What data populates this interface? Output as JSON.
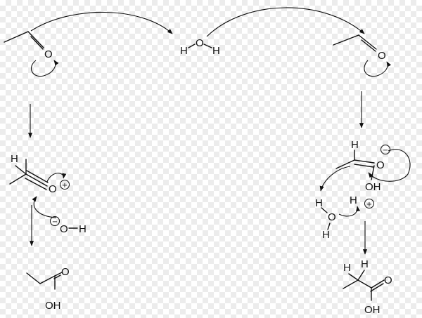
{
  "molecules": {
    "ketene_left": {
      "oxygen": "O"
    },
    "water": {
      "h1": "H",
      "o": "O",
      "h2": "H"
    },
    "ketene_right": {
      "oxygen": "O"
    },
    "acylium": {
      "hydrogen": "H",
      "oxygen": "O",
      "charge": "+"
    },
    "hydroxide": {
      "charge": "−",
      "oxygen": "O",
      "hydrogen": "H"
    },
    "propanoic_acid_left": {
      "oxygen": "O",
      "hydroxyl": "OH"
    },
    "enolate": {
      "hydrogen": "H",
      "oxygen": "O",
      "charge": "−",
      "hydroxyl": "OH"
    },
    "water_right": {
      "h1": "H",
      "o": "O",
      "h2": "H"
    },
    "proton": {
      "hydrogen": "H",
      "charge": "+"
    },
    "propanoic_acid_right": {
      "h1": "H",
      "h2": "H",
      "oxygen": "O",
      "hydroxyl": "OH"
    }
  }
}
